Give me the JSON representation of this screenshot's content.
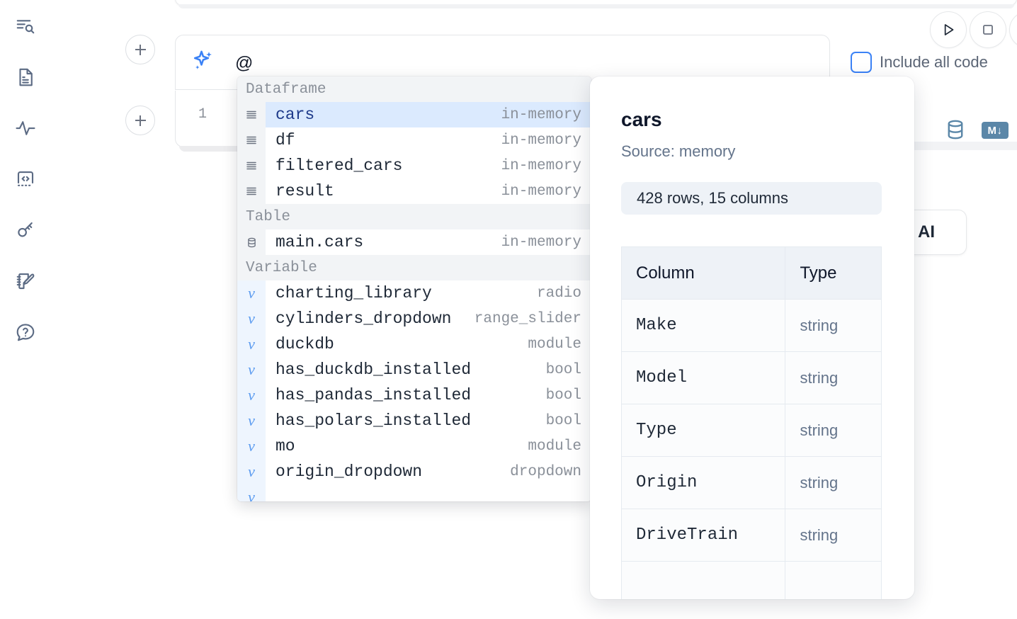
{
  "sidebar": {
    "items": [
      {
        "name": "outline-search-icon",
        "label": "Outline"
      },
      {
        "name": "document-icon",
        "label": "Notebook"
      },
      {
        "name": "activity-icon",
        "label": "Activity"
      },
      {
        "name": "code-brackets-icon",
        "label": "Snippets"
      },
      {
        "name": "key-icon",
        "label": "Secrets"
      },
      {
        "name": "notebook-edit-icon",
        "label": "Scratchpad"
      },
      {
        "name": "help-chat-icon",
        "label": "Help"
      }
    ]
  },
  "toolbar": {
    "run_label": "Run",
    "stop_label": "Stop",
    "include_all_code_label": "Include all code",
    "include_all_code_checked": false,
    "ai_button_label": "AI",
    "markdown_badge_label": "M",
    "markdown_badge_arrow": "↓"
  },
  "ai_cell": {
    "prompt_value": "@",
    "sparkle_icon": "sparkle-icon"
  },
  "code_cell": {
    "line_number": "1"
  },
  "autocomplete": {
    "groups": [
      {
        "label": "Dataframe",
        "icon": "dataframe-icon",
        "items": [
          {
            "name": "cars",
            "kind": "in-memory",
            "selected": true
          },
          {
            "name": "df",
            "kind": "in-memory",
            "selected": false
          },
          {
            "name": "filtered_cars",
            "kind": "in-memory",
            "selected": false
          },
          {
            "name": "result",
            "kind": "in-memory",
            "selected": false
          }
        ]
      },
      {
        "label": "Table",
        "icon": "database-icon",
        "items": [
          {
            "name": "main.cars",
            "kind": "in-memory",
            "selected": false
          }
        ]
      },
      {
        "label": "Variable",
        "icon": "variable-icon",
        "items": [
          {
            "name": "charting_library",
            "kind": "radio",
            "selected": false
          },
          {
            "name": "cylinders_dropdown",
            "kind": "range_slider",
            "selected": false
          },
          {
            "name": "duckdb",
            "kind": "module",
            "selected": false
          },
          {
            "name": "has_duckdb_installed",
            "kind": "bool",
            "selected": false
          },
          {
            "name": "has_pandas_installed",
            "kind": "bool",
            "selected": false
          },
          {
            "name": "has_polars_installed",
            "kind": "bool",
            "selected": false
          },
          {
            "name": "mo",
            "kind": "module",
            "selected": false
          },
          {
            "name": "origin_dropdown",
            "kind": "dropdown",
            "selected": false
          }
        ]
      }
    ]
  },
  "detail": {
    "title": "cars",
    "source": "Source: memory",
    "shape": "428 rows, 15 columns",
    "columns_header": "Column",
    "type_header": "Type",
    "rows": [
      {
        "column": "Make",
        "type": "string"
      },
      {
        "column": "Model",
        "type": "string"
      },
      {
        "column": "Type",
        "type": "string"
      },
      {
        "column": "Origin",
        "type": "string"
      },
      {
        "column": "DriveTrain",
        "type": "string"
      }
    ]
  },
  "colors": {
    "accent_blue": "#3b82f6",
    "selection_blue": "#dbeafe",
    "sidebar_icon": "#5c6b84",
    "muted_text": "#8a9099",
    "db_icon": "#5b87a8"
  }
}
